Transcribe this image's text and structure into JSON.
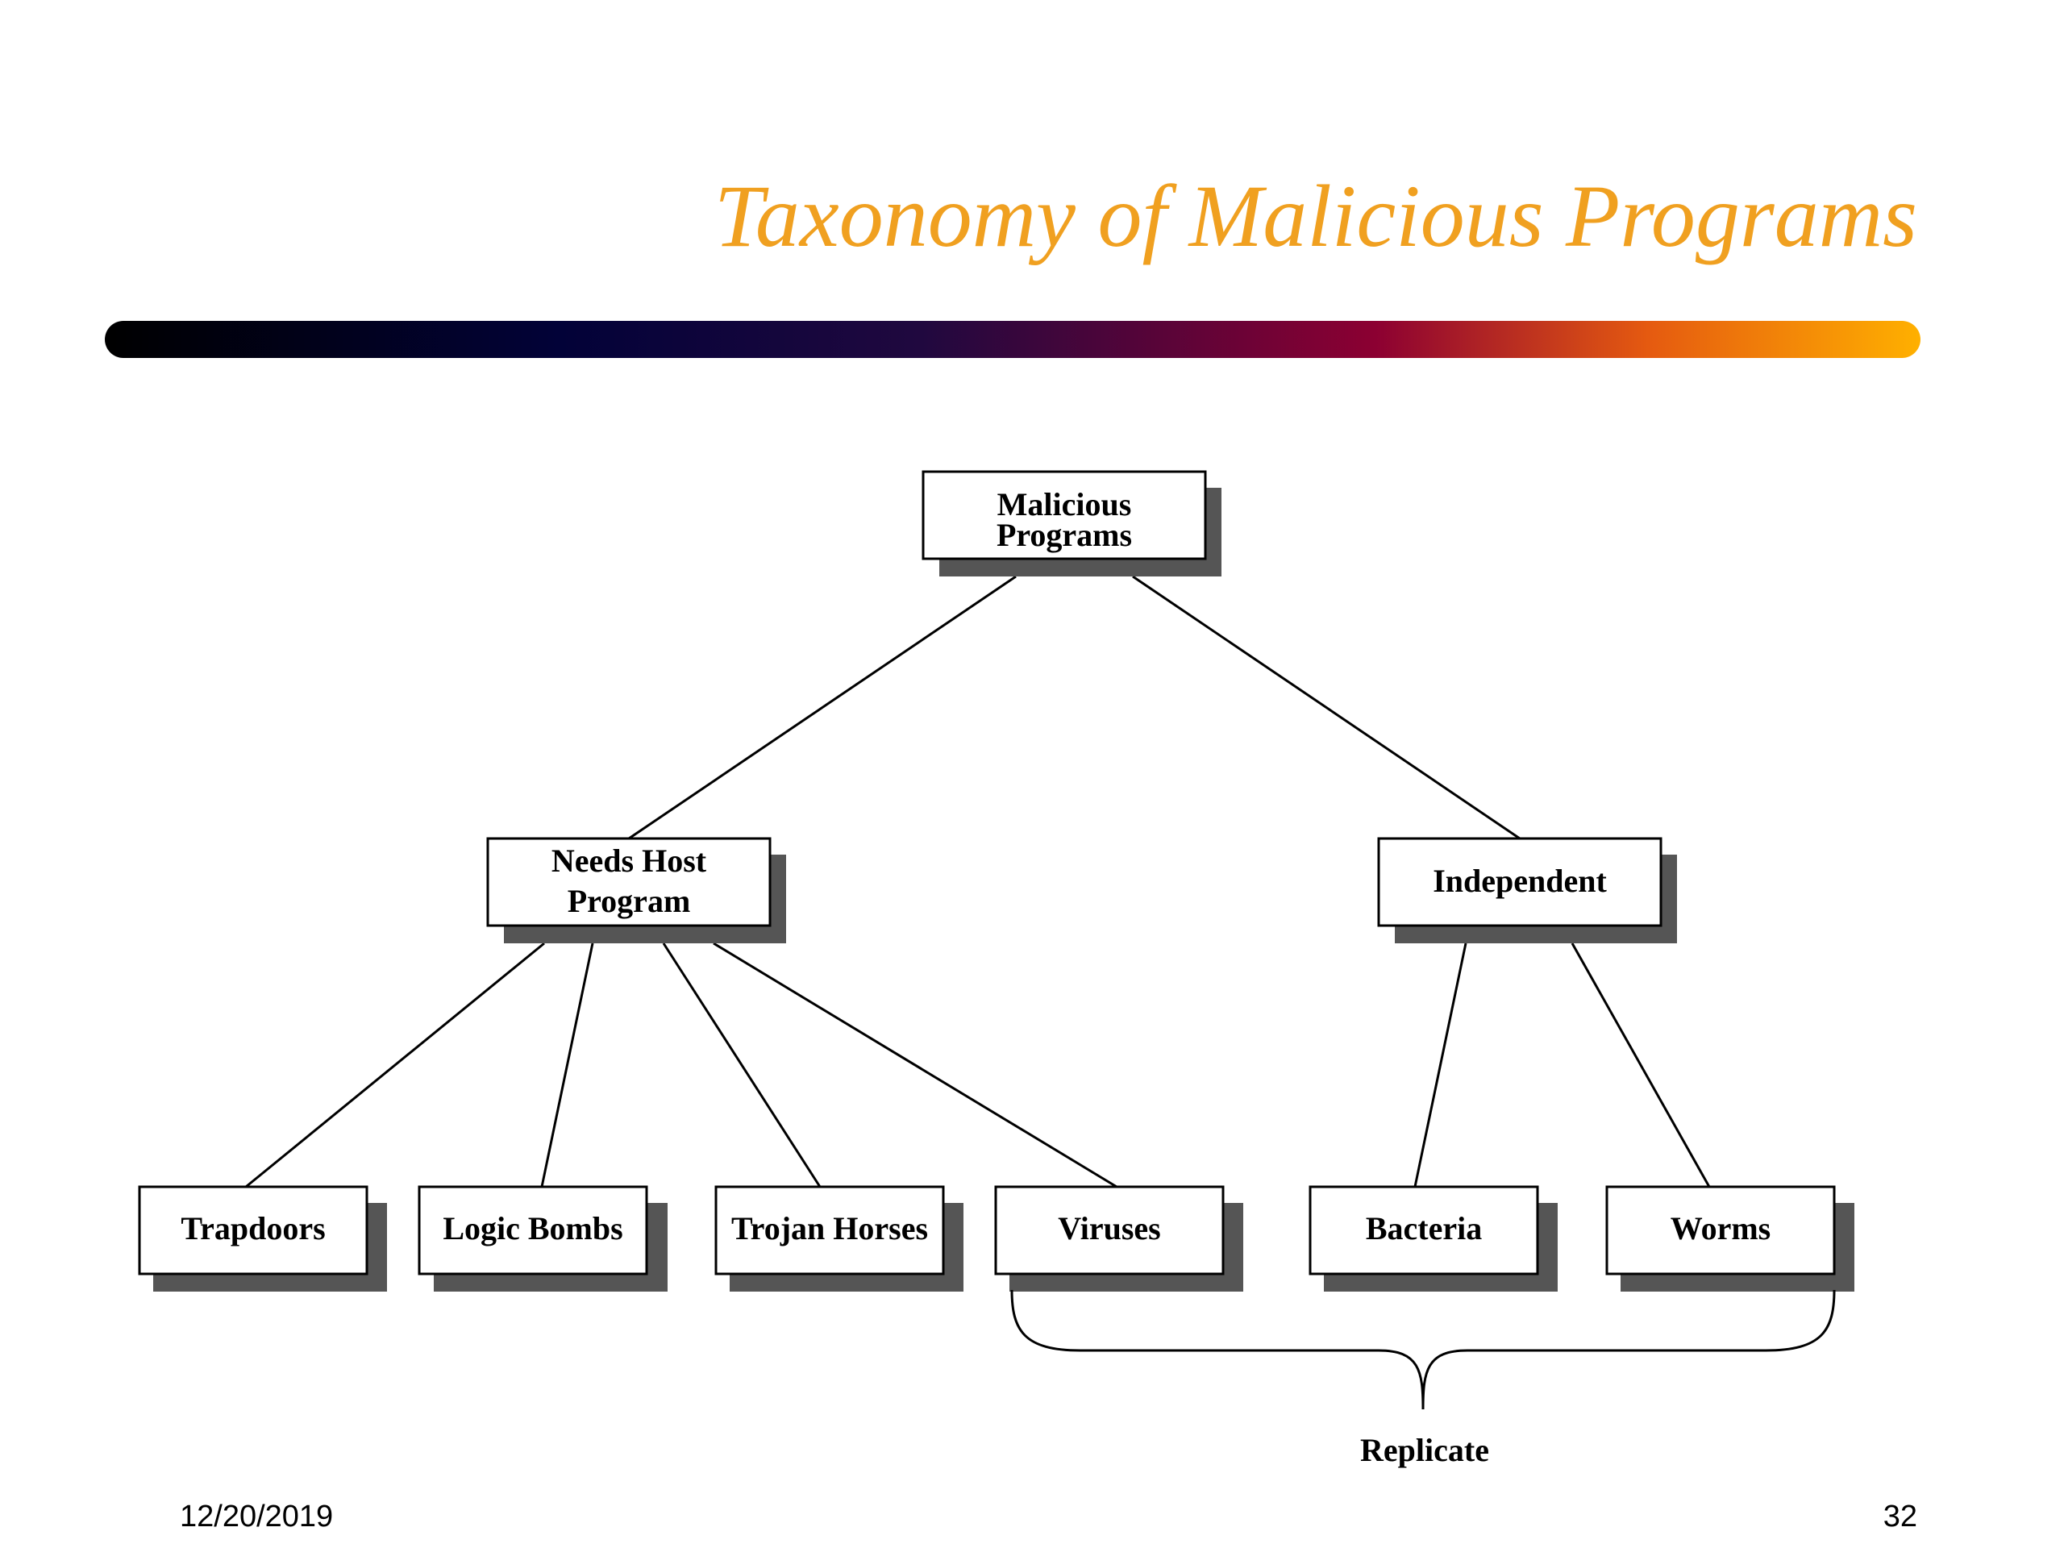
{
  "slide": {
    "title": "Taxonomy of Malicious Programs",
    "date": "12/20/2019",
    "page_number": "32",
    "title_color": "#f0a020"
  },
  "diagram": {
    "root": {
      "line1": "Malicious",
      "line2": "Programs"
    },
    "needs_host": {
      "line1": "Needs Host",
      "line2": "Program"
    },
    "independent": {
      "label": "Independent"
    },
    "leaves": {
      "trapdoors": "Trapdoors",
      "logic_bombs": "Logic Bombs",
      "trojan_horses": "Trojan Horses",
      "viruses": "Viruses",
      "bacteria": "Bacteria",
      "worms": "Worms"
    },
    "brace_label": "Replicate"
  }
}
